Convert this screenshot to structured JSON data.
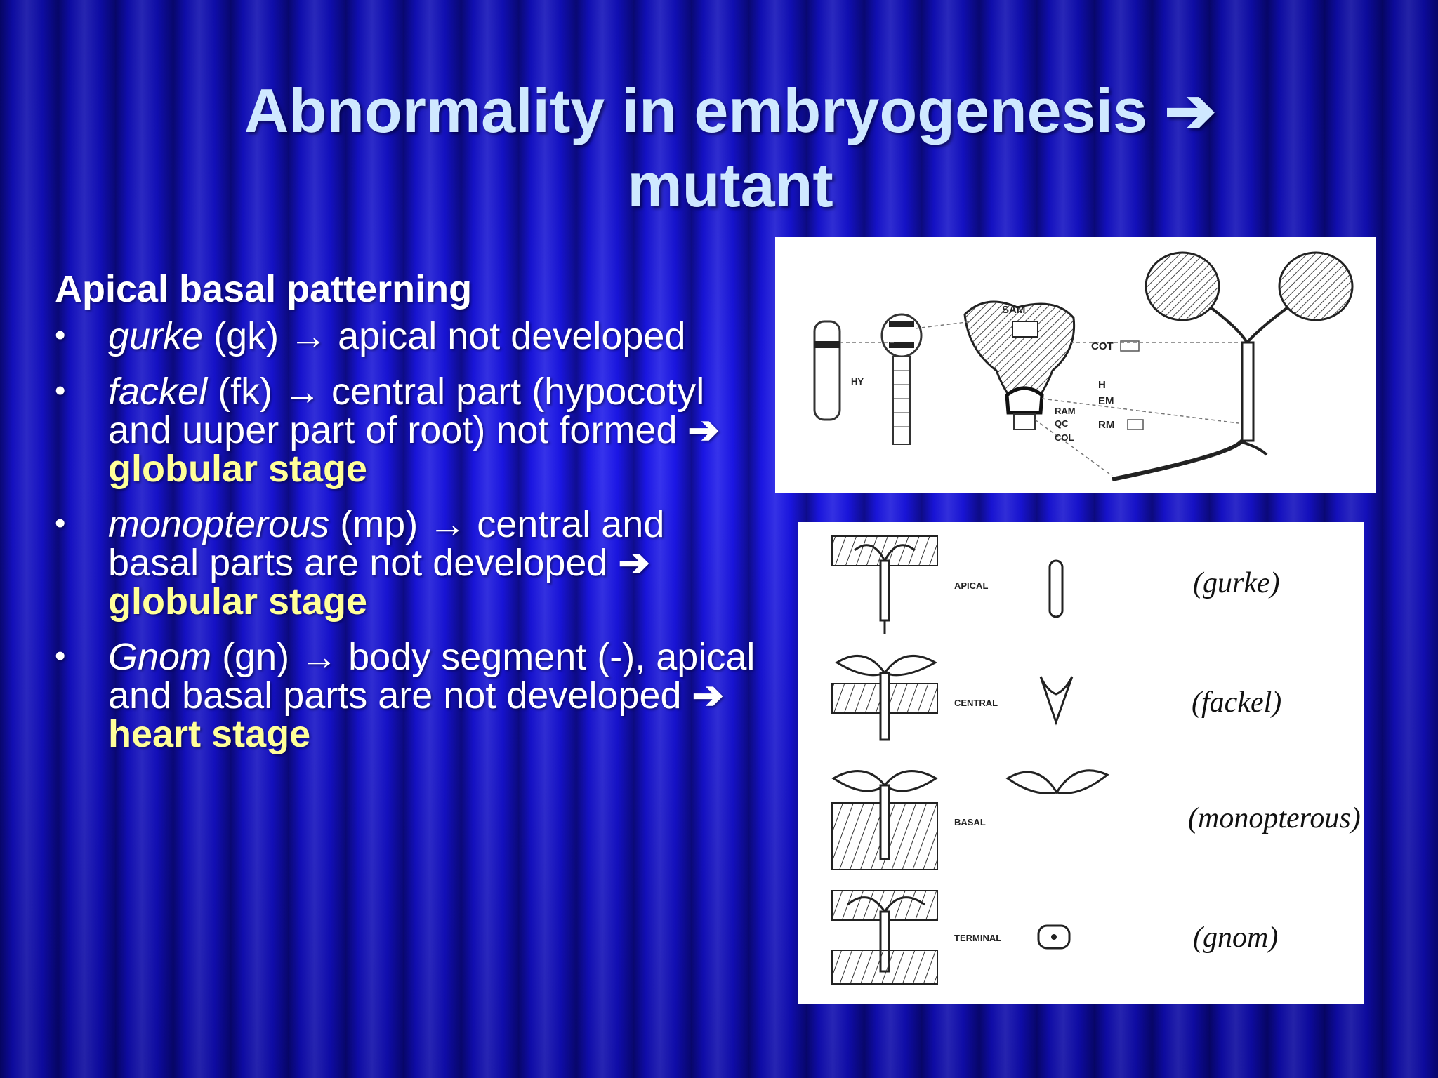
{
  "title": {
    "line1": "Abnormality in embryogenesis ➔",
    "line2": "mutant"
  },
  "content": {
    "heading": "Apical basal patterning",
    "bullet_glyph": "•",
    "items": [
      {
        "gene": "gurke",
        "text": " (gk) → apical not developed"
      },
      {
        "gene": "fackel",
        "text": " (fk) → central part (hypocotyl and uuper part of root) not formed ",
        "arrow": "➔",
        "stage": "globular stage"
      },
      {
        "gene": "monopterous",
        "text": " (mp) → central and basal parts are not developed ",
        "arrow": "➔",
        "stage": "globular stage"
      },
      {
        "gene": "Gnom",
        "text": " (gn) → body segment (-), apical and basal parts are not developed ",
        "arrow": "➔",
        "stage": "heart stage"
      }
    ]
  },
  "figure_top": {
    "labels": [
      "SAM",
      "COT",
      "H",
      "EM",
      "RM",
      "RAM",
      "QC",
      "COL",
      "HY"
    ]
  },
  "figure_bottom": {
    "row_labels": [
      "APICAL",
      "CENTRAL",
      "BASAL",
      "TERMINAL"
    ],
    "mutant_names": [
      "(gurke)",
      "(fackel)",
      "(monopterous)",
      "(gnom)"
    ]
  }
}
